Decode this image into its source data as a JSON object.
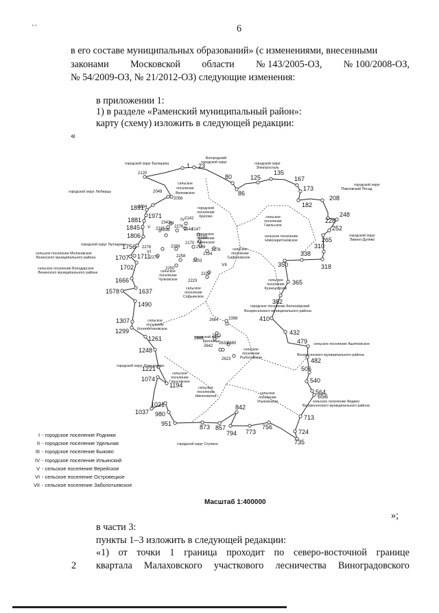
{
  "header": {
    "marks": "' '",
    "page_number": "6"
  },
  "text_top": {
    "line1": [
      "в его составе муниципальных образований» (с изменениями, внесенными"
    ],
    "line2": [
      "законами",
      "Московской",
      "области",
      "№ 143/2005-ОЗ,",
      "№ 100/2008-ОЗ,"
    ],
    "line3": "№ 54/2009-ОЗ, № 21/2012-ОЗ) следующие изменения:",
    "line4": "в приложении 1:",
    "line5": "1)  в разделе «Раменский муниципальный район»:",
    "line6": "карту (схему) изложить в следующей редакции:",
    "open_quote": "«"
  },
  "map": {
    "points": [
      {
        "n": "1"
      },
      {
        "n": "23"
      },
      {
        "n": "2120"
      },
      {
        "n": "80"
      },
      {
        "n": "125"
      },
      {
        "n": "135"
      },
      {
        "n": "86"
      },
      {
        "n": "167"
      },
      {
        "n": "173"
      },
      {
        "n": "182"
      },
      {
        "n": "208"
      },
      {
        "n": "2049"
      },
      {
        "n": "2056"
      },
      {
        "n": "2034"
      },
      {
        "n": "1891"
      },
      {
        "n": "1971"
      },
      {
        "n": "1881"
      },
      {
        "n": "1845"
      },
      {
        "n": "1806"
      },
      {
        "n": "1756"
      },
      {
        "n": "1707"
      },
      {
        "n": "1711"
      },
      {
        "n": "1702"
      },
      {
        "n": "1666"
      },
      {
        "n": "1637"
      },
      {
        "n": "1578"
      },
      {
        "n": "1490"
      },
      {
        "n": "1307"
      },
      {
        "n": "1299"
      },
      {
        "n": "1261"
      },
      {
        "n": "1248"
      },
      {
        "n": "1221"
      },
      {
        "n": "1194"
      },
      {
        "n": "1074"
      },
      {
        "n": "1037"
      },
      {
        "n": "1021"
      },
      {
        "n": "980"
      },
      {
        "n": "951"
      },
      {
        "n": "873"
      },
      {
        "n": "857"
      },
      {
        "n": "842"
      },
      {
        "n": "794"
      },
      {
        "n": "773"
      },
      {
        "n": "756"
      },
      {
        "n": "735"
      },
      {
        "n": "724"
      },
      {
        "n": "713"
      },
      {
        "n": "656"
      },
      {
        "n": "564"
      },
      {
        "n": "540"
      },
      {
        "n": "506"
      },
      {
        "n": "482"
      },
      {
        "n": "479"
      },
      {
        "n": "432"
      },
      {
        "n": "410"
      },
      {
        "n": "382"
      },
      {
        "n": "365"
      },
      {
        "n": "350"
      },
      {
        "n": "338"
      },
      {
        "n": "318"
      },
      {
        "n": "310"
      },
      {
        "n": "265"
      },
      {
        "n": "252"
      },
      {
        "n": "248"
      },
      {
        "n": "228"
      },
      {
        "n": "2343"
      },
      {
        "n": "2315"
      },
      {
        "n": "2142"
      },
      {
        "n": "2144"
      },
      {
        "n": "2298"
      },
      {
        "n": "2276"
      },
      {
        "n": "2147"
      },
      {
        "n": "2269"
      },
      {
        "n": "2170"
      },
      {
        "n": "2189"
      },
      {
        "n": "2153"
      },
      {
        "n": "2178"
      },
      {
        "n": "2194"
      },
      {
        "n": "2276"
      },
      {
        "n": "2272"
      },
      {
        "n": "2203"
      },
      {
        "n": "2258"
      },
      {
        "n": "2250"
      },
      {
        "n": "2222"
      },
      {
        "n": "2223"
      },
      {
        "n": "2684"
      },
      {
        "n": "2398"
      },
      {
        "n": "2413"
      },
      {
        "n": "2665"
      },
      {
        "n": "2680"
      },
      {
        "n": "2642"
      },
      {
        "n": "2633"
      },
      {
        "n": "2623"
      }
    ],
    "labels": [
      {
        "t": "Богородский"
      },
      {
        "t": "городской округ"
      },
      {
        "t": "городской округ Балашиха"
      },
      {
        "t": "городской округ"
      },
      {
        "t": "Электросталь"
      },
      {
        "t": "сельское"
      },
      {
        "t": "поселение"
      },
      {
        "t": "Вялковское"
      },
      {
        "t": "городской округ Люберцы"
      },
      {
        "t": "городской округ"
      },
      {
        "t": "Павловский Посад"
      },
      {
        "t": "городской"
      },
      {
        "t": "поселение"
      },
      {
        "t": "Кратово"
      },
      {
        "t": "сельское"
      },
      {
        "t": "поселение"
      },
      {
        "t": "Гжельское"
      },
      {
        "t": "сельское поселение"
      },
      {
        "t": "Новохаритоновское"
      },
      {
        "t": "городской округ"
      },
      {
        "t": "Ликино-Дулёво"
      },
      {
        "t": "городское"
      },
      {
        "t": "поселение"
      },
      {
        "t": "Раменское"
      },
      {
        "t": "городской округ Лыткарино"
      },
      {
        "t": "сельское поселение Молоковское"
      },
      {
        "t": "Ленинского муниципального района"
      },
      {
        "t": "сельское"
      },
      {
        "t": "поселение"
      },
      {
        "t": "Сафоновское"
      },
      {
        "t": "сельское поселение Володарское"
      },
      {
        "t": "Ленинского муниципального района"
      },
      {
        "t": "сельское"
      },
      {
        "t": "поселение"
      },
      {
        "t": "Чулковское"
      },
      {
        "t": "сельское"
      },
      {
        "t": "поселение"
      },
      {
        "t": "Кузнецовское"
      },
      {
        "t": "сельское"
      },
      {
        "t": "поселение"
      },
      {
        "t": "Софьинское"
      },
      {
        "t": "городское поселение Белоозёрский"
      },
      {
        "t": "Воскресенского муниципального района"
      },
      {
        "t": "сельское"
      },
      {
        "t": "поселение"
      },
      {
        "t": "Константиновское"
      },
      {
        "t": "городской округ"
      },
      {
        "t": "Бронницы"
      },
      {
        "t": "сельское"
      },
      {
        "t": "поселение"
      },
      {
        "t": "Рыболовское"
      },
      {
        "t": "сельское поселение Ашитковское"
      },
      {
        "t": "Воскресенского муниципального района"
      },
      {
        "t": "городской округ Домодедово"
      },
      {
        "t": "сельское"
      },
      {
        "t": "поселение"
      },
      {
        "t": "Ганусовское"
      },
      {
        "t": "сельское"
      },
      {
        "t": "поселение"
      },
      {
        "t": "Никоновское"
      },
      {
        "t": "сельское"
      },
      {
        "t": "поселение"
      },
      {
        "t": "Ульянинское"
      },
      {
        "t": "сельское поселение Федино"
      },
      {
        "t": "Воскресенского муниципального района"
      },
      {
        "t": "городской округ Ступино"
      },
      {
        "t": "I"
      },
      {
        "t": "II"
      },
      {
        "t": "III"
      },
      {
        "t": "IV"
      },
      {
        "t": "V"
      },
      {
        "t": "VI"
      },
      {
        "t": "VII"
      }
    ],
    "legend": [
      {
        "roman": "I",
        "text": "- городское поселение Родники"
      },
      {
        "roman": "II",
        "text": "- городское поселение Удельная"
      },
      {
        "roman": "III",
        "text": "- городское поселение Быково"
      },
      {
        "roman": "IV",
        "text": "- городское поселение Ильинский"
      },
      {
        "roman": "V",
        "text": "- сельское поселение Верейское"
      },
      {
        "roman": "VI",
        "text": "- сельское поселение Островецкое"
      },
      {
        "roman": "VII",
        "text": "- сельское поселение Заболотьевское"
      }
    ],
    "scale": "Масштаб 1:400000"
  },
  "text_bottom": {
    "close_quote": "»;",
    "line1": "в части 3:",
    "line2": "пункты 1–3 изложить в следующей редакции:",
    "line3": [
      "«1)",
      "от",
      "точки",
      "1",
      "граница",
      "проходит",
      "по",
      "северо-восточной",
      "границе"
    ],
    "line4_num": "2",
    "line4": [
      "квартала",
      "Малаховского",
      "участкового",
      "лесничества",
      "Виноградовского"
    ]
  }
}
